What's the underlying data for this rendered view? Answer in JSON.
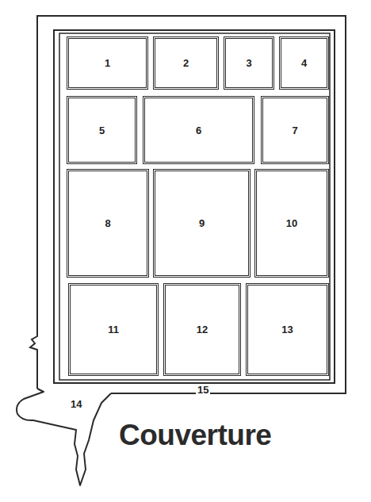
{
  "diagram": {
    "title": "Couverture",
    "nodes": [
      {
        "text": [
          "1"
        ]
      },
      {
        "text": [
          "2"
        ]
      },
      {
        "text": [
          "3"
        ]
      },
      {
        "text": [
          "4"
        ]
      },
      {
        "text": [
          "5"
        ]
      },
      {
        "text": [
          "6"
        ]
      },
      {
        "text": [
          "7"
        ]
      },
      {
        "text": [
          "8"
        ]
      },
      {
        "text": [
          "9"
        ]
      },
      {
        "text": [
          "10"
        ]
      },
      {
        "text": [
          "11"
        ]
      },
      {
        "text": [
          "12"
        ]
      },
      {
        "text": [
          "13"
        ]
      }
    ],
    "labels": [
      "14",
      "15"
    ]
  }
}
